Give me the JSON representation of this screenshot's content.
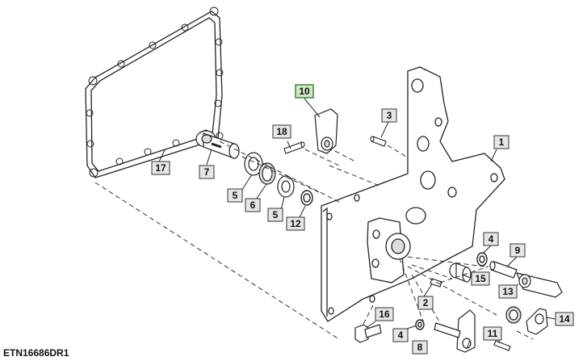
{
  "figure_id": "ETN16686DR1",
  "highlight_color": "#cfe8c4",
  "highlight_border": "#3a8a3a",
  "callout_fill": "#e6e6e6",
  "callout_border": "#333333",
  "callouts": [
    {
      "label": "1",
      "highlighted": false
    },
    {
      "label": "2",
      "highlighted": false
    },
    {
      "label": "3",
      "highlighted": false
    },
    {
      "label": "4",
      "highlighted": false
    },
    {
      "label": "4",
      "highlighted": false
    },
    {
      "label": "5",
      "highlighted": false
    },
    {
      "label": "5",
      "highlighted": false
    },
    {
      "label": "6",
      "highlighted": false
    },
    {
      "label": "7",
      "highlighted": false
    },
    {
      "label": "8",
      "highlighted": false
    },
    {
      "label": "9",
      "highlighted": false
    },
    {
      "label": "10",
      "highlighted": true
    },
    {
      "label": "11",
      "highlighted": false
    },
    {
      "label": "12",
      "highlighted": false
    },
    {
      "label": "13",
      "highlighted": false
    },
    {
      "label": "14",
      "highlighted": false
    },
    {
      "label": "15",
      "highlighted": false
    },
    {
      "label": "16",
      "highlighted": false
    },
    {
      "label": "17",
      "highlighted": false
    },
    {
      "label": "18",
      "highlighted": false
    }
  ]
}
